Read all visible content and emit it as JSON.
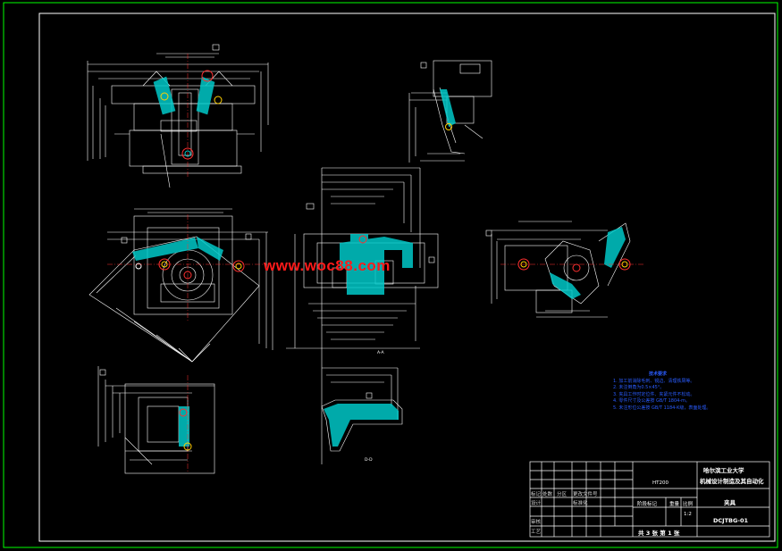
{
  "watermark": "www.woc88.com",
  "technical_notes": {
    "title": "技术要求",
    "items": [
      "1. 加工前消除毛刺、锐边、清理铁屑等。",
      "2. 未注倒角为0.5×45°。",
      "3. 夹具工作时定位件、夹紧元件不松动。",
      "4. 零件尺寸及公差按 GB/T 1804-m。",
      "5. 未注形位公差按 GB/T 1184-K级，表面处理。"
    ]
  },
  "title_block": {
    "university": "哈尔滨工业大学",
    "department": "机械设计制造及其自动化",
    "drawing_name": "夹具",
    "drawing_code": "DCJTBG-01",
    "material": "HT200",
    "scale": "1:2",
    "sheet_info": "共 3 张   第 1 张",
    "row_labels": [
      "标记",
      "处数",
      "分区",
      "更改文件号"
    ],
    "role_designer": "设计",
    "role_standard": "标准化",
    "role_review": "审核",
    "role_process": "工艺",
    "stage_label": "阶段标记",
    "weight_label": "重量",
    "ratio_label": "比例"
  },
  "section_label": "D-D",
  "section_label_2": "A-A",
  "colors": {
    "background": "#000000",
    "outline": "#ffffff",
    "hatch": "#00c8c8",
    "center": "#ff3030",
    "dimension": "#ffffff",
    "highlight": "#ffd000",
    "border": "#00ff00",
    "notes": "#2a5cff"
  }
}
